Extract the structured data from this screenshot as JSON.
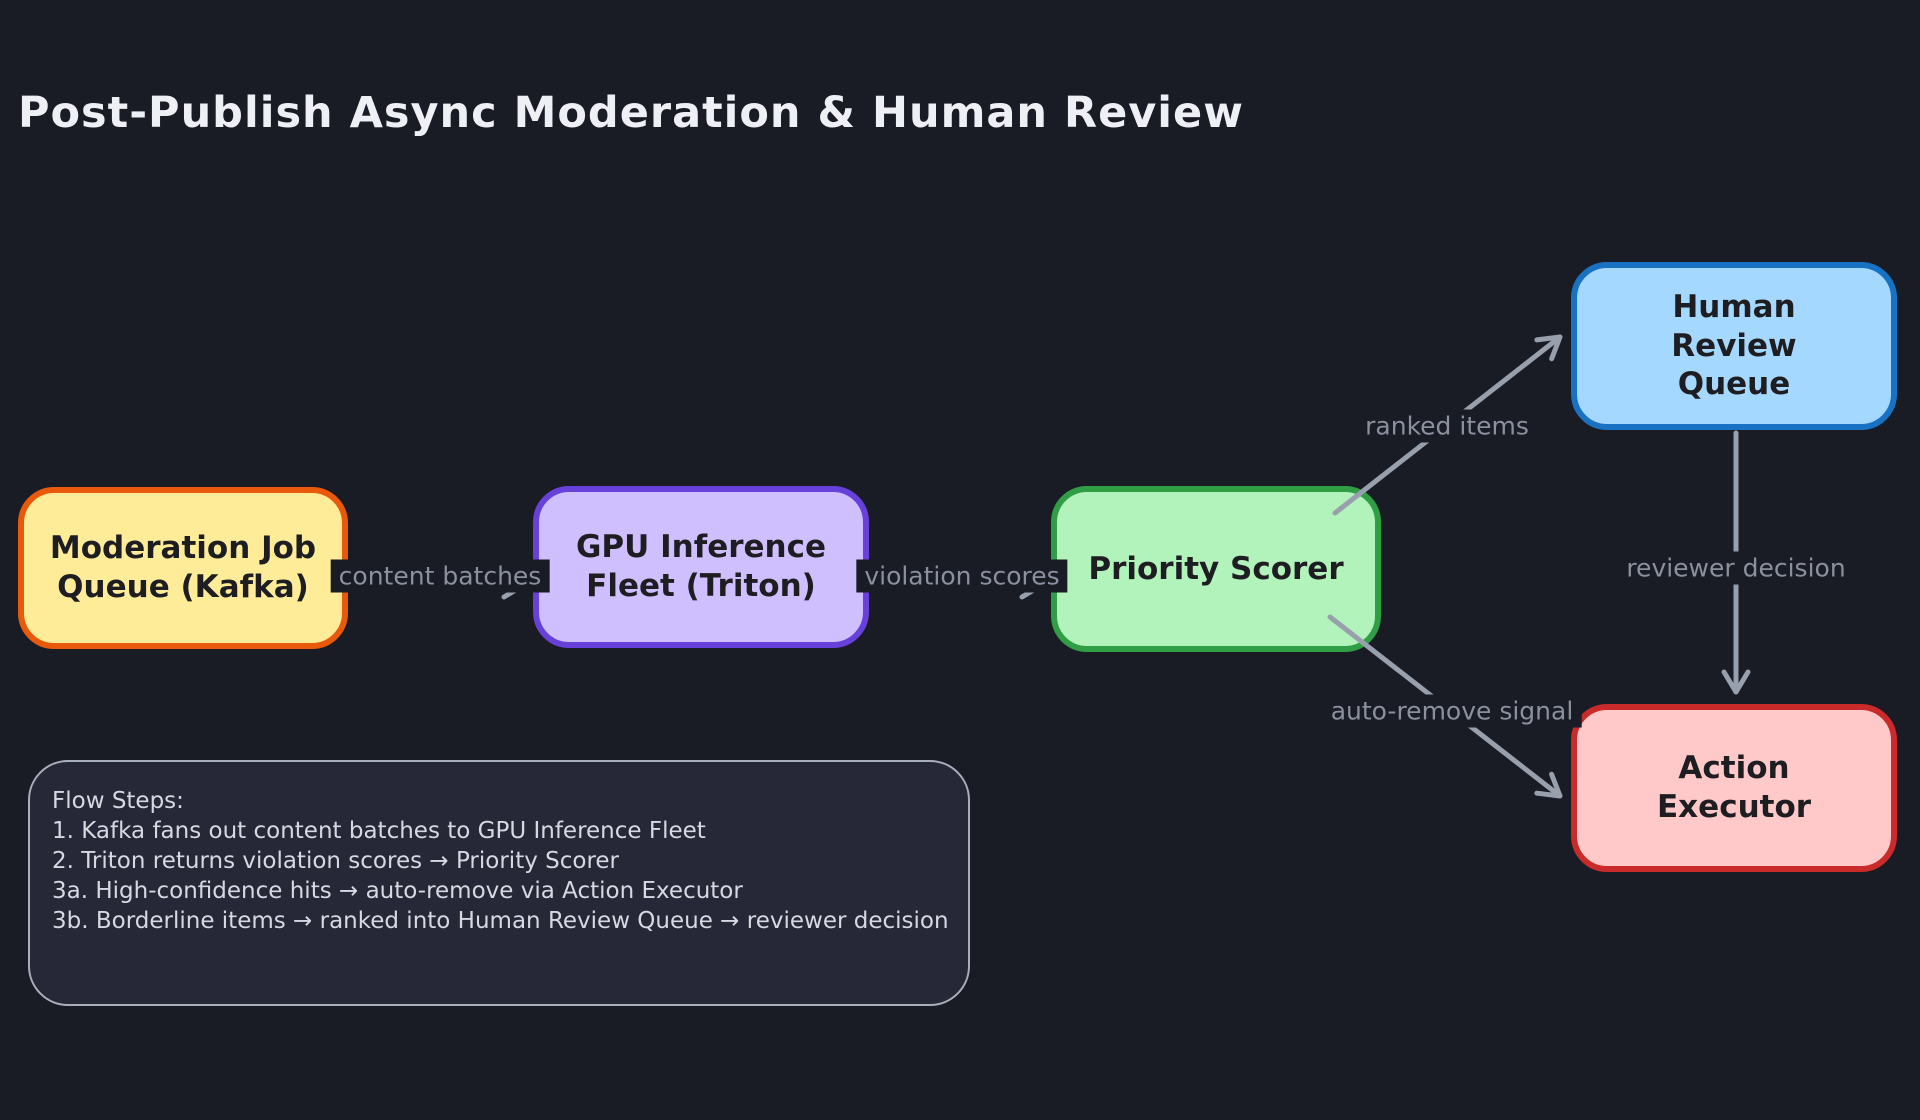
{
  "title": "Post-Publish Async Moderation & Human Review",
  "nodes": [
    {
      "id": "moderation-job-queue",
      "label": "Moderation Job Queue (Kafka)",
      "fill": "#ffec99",
      "border": "#e8590c"
    },
    {
      "id": "gpu-inference-fleet",
      "label": "GPU Inference Fleet (Triton)",
      "fill": "#d0bfff",
      "border": "#6741d9"
    },
    {
      "id": "priority-scorer",
      "label": "Priority Scorer",
      "fill": "#b2f2bb",
      "border": "#2f9e44"
    },
    {
      "id": "human-review-queue",
      "label": "Human Review Queue",
      "fill": "#a5d8ff",
      "border": "#1971c2"
    },
    {
      "id": "action-executor",
      "label": "Action Executor",
      "fill": "#ffc9c9",
      "border": "#c92a2a"
    }
  ],
  "edges": [
    {
      "from": "moderation-job-queue",
      "to": "gpu-inference-fleet",
      "label": "content batches"
    },
    {
      "from": "gpu-inference-fleet",
      "to": "priority-scorer",
      "label": "violation scores"
    },
    {
      "from": "priority-scorer",
      "to": "human-review-queue",
      "label": "ranked items"
    },
    {
      "from": "priority-scorer",
      "to": "action-executor",
      "label": "auto-remove signal"
    },
    {
      "from": "human-review-queue",
      "to": "action-executor",
      "label": "reviewer decision"
    }
  ],
  "note": {
    "title": "Flow Steps:",
    "lines": [
      "1. Kafka fans out content batches to GPU Inference Fleet",
      "2. Triton returns violation scores → Priority Scorer",
      "3a. High-confidence hits → auto-remove via Action Executor",
      "3b. Borderline items → ranked into Human Review Queue → reviewer decision"
    ]
  },
  "colors": {
    "background": "#191b25",
    "arrow": "#98a0ad",
    "edge_label_text": "#8a909d",
    "note_border": "#a9aebc",
    "note_background": "#262837",
    "title_text": "#eef0f6"
  }
}
